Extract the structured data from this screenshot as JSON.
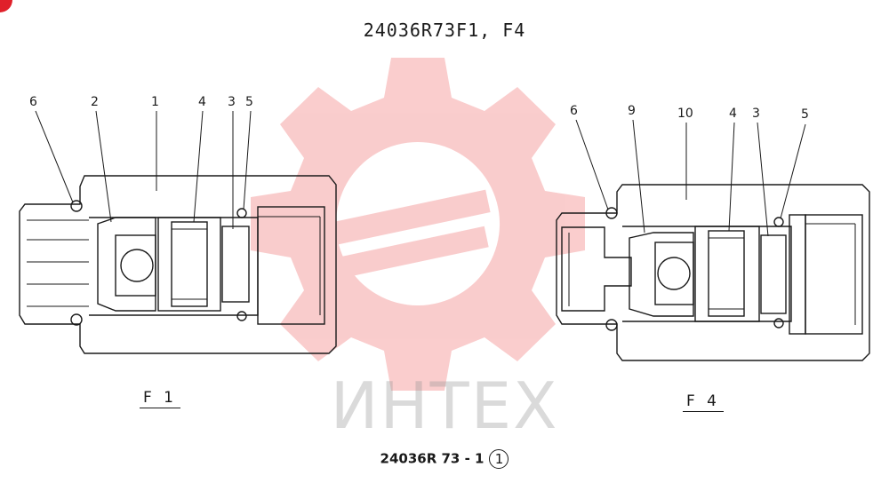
{
  "title": "24036R73F1, F4",
  "footer": {
    "code": "24036R 73 - 1",
    "sheet": "1"
  },
  "watermark": {
    "text": "ИНТЕХ",
    "color": "#f07070"
  },
  "views": [
    {
      "label": "F 1",
      "callouts": [
        "6",
        "2",
        "1",
        "4",
        "3",
        "5"
      ]
    },
    {
      "label": "F 4",
      "callouts": [
        "6",
        "9",
        "10",
        "4",
        "3",
        "5"
      ]
    }
  ]
}
